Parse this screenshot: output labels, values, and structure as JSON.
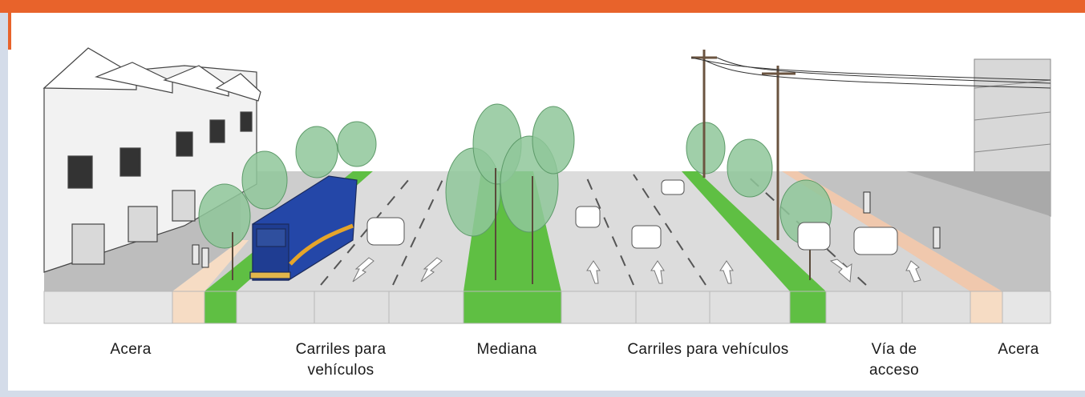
{
  "colors": {
    "frame_accent": "#e8632b",
    "frame_side": "#d4dce9",
    "median_green": "#5fbf43",
    "road_gray": "#d3d3d3",
    "sidewalk_tan": "#f6dcc4",
    "bus_blue": "#2447a8",
    "tree_green": "#8fc79a"
  },
  "labels": {
    "sidewalk_left": [
      "Acera"
    ],
    "lanes_left": [
      "Carriles para",
      "vehículos"
    ],
    "median": [
      "Mediana"
    ],
    "lanes_right": [
      "Carriles para vehículos"
    ],
    "access_road": [
      "Vía de",
      "acceso"
    ],
    "sidewalk_right": [
      "Acera"
    ]
  }
}
